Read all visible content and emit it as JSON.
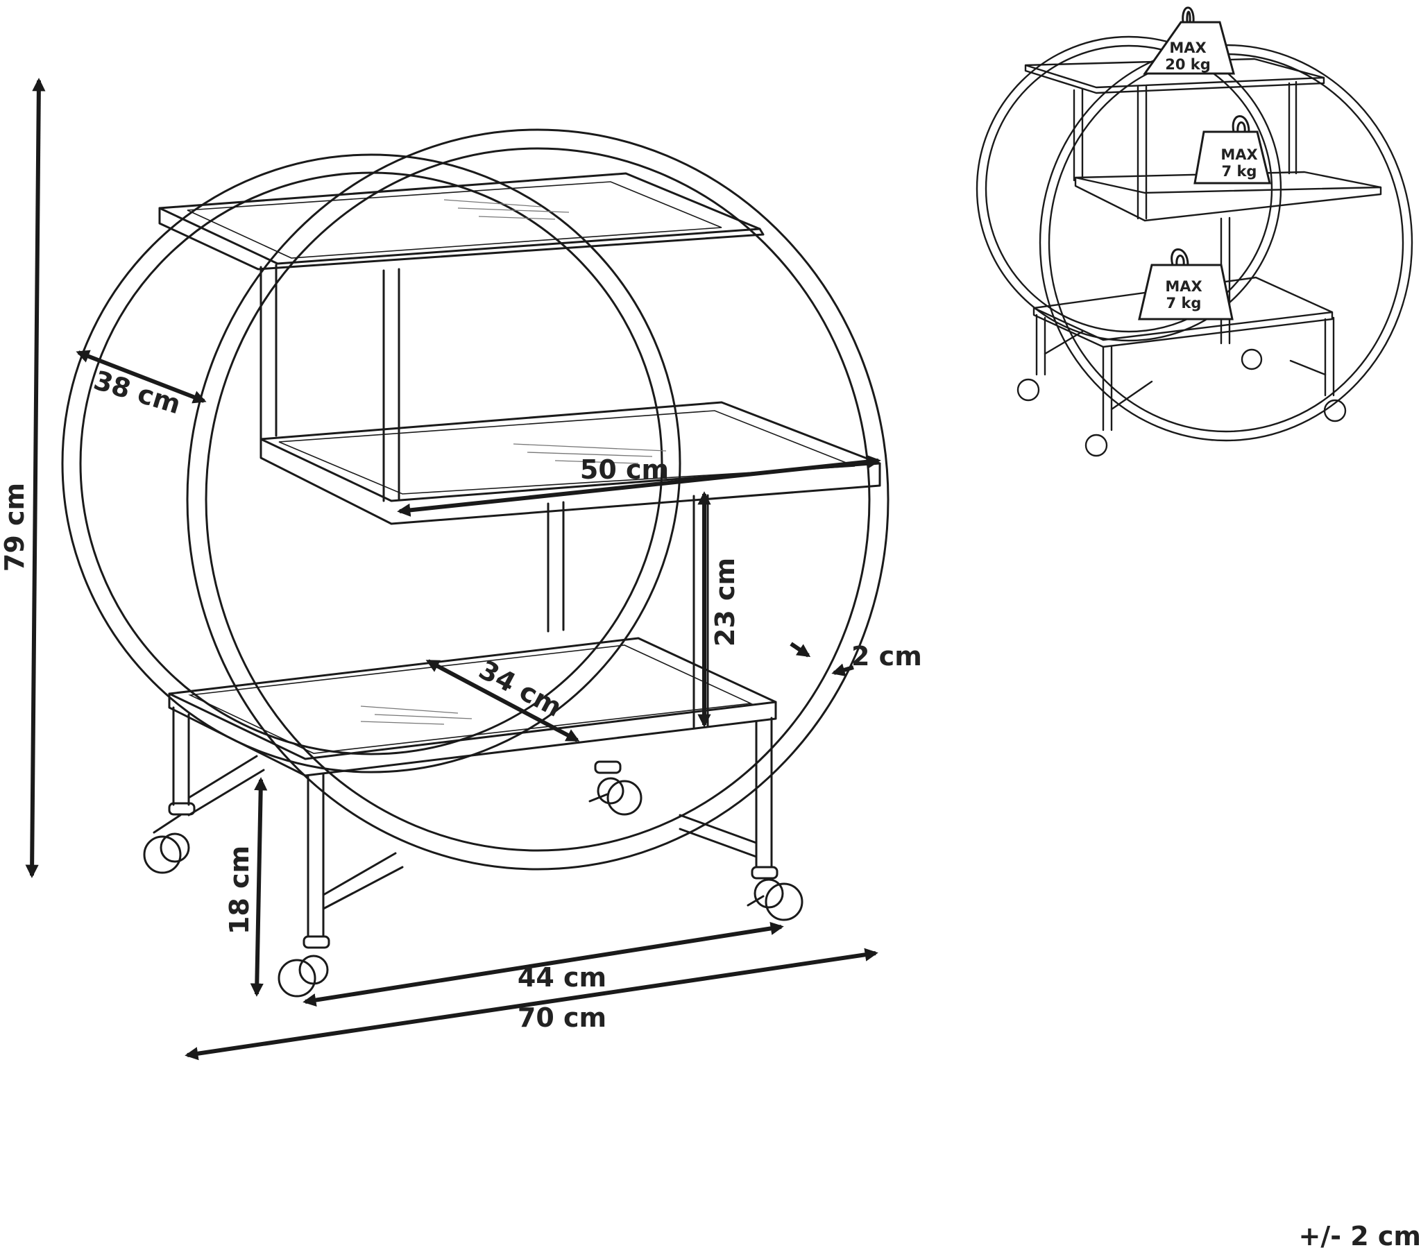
{
  "diagram": {
    "dimensions": {
      "height": "79 cm",
      "depth": "38 cm",
      "shelf_width": "50 cm",
      "shelf_gap": "23 cm",
      "ring_thickness": "2 cm",
      "shelf_depth": "34 cm",
      "leg_height": "18 cm",
      "wheelbase": "44 cm",
      "total_width": "70 cm"
    },
    "load_limits": {
      "top_shelf": {
        "line1": "MAX",
        "line2": "20 kg"
      },
      "middle_shelf": {
        "line1": "MAX",
        "line2": "7 kg"
      },
      "bottom_shelf": {
        "line1": "MAX",
        "line2": "7 kg"
      }
    },
    "tolerance": "+/- 2 cm"
  }
}
